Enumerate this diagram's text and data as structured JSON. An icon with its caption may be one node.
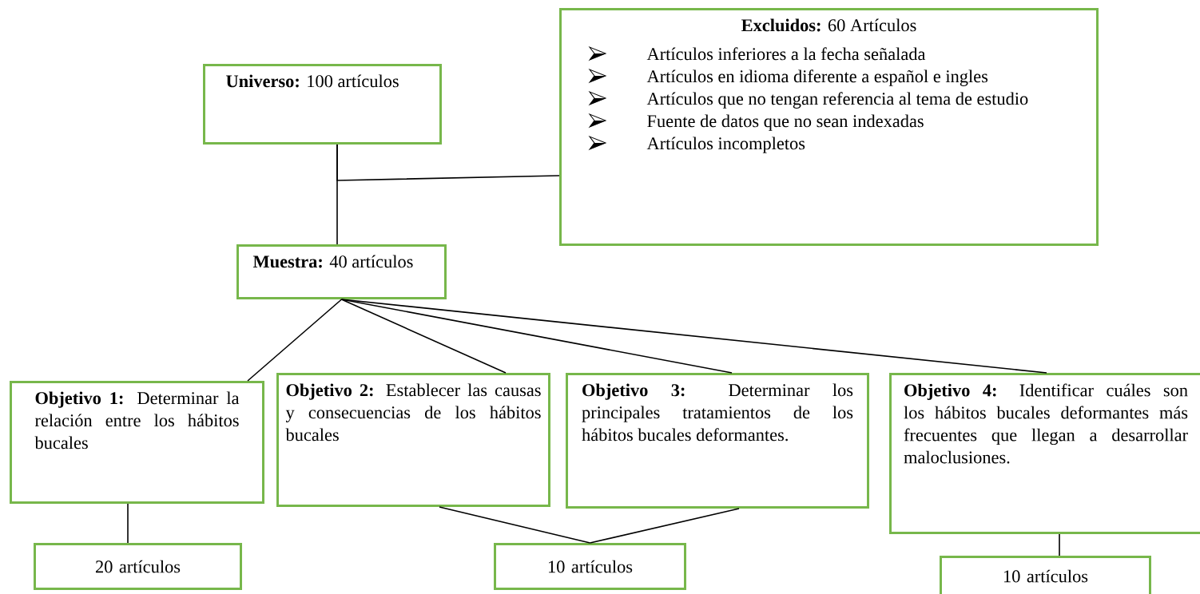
{
  "diagram": {
    "nodes": [
      {
        "text": [
          "**Universo:** 100 artículos"
        ]
      },
      {
        "text": [
          "**Excluidos:** 60 Artículos",
          "Artículos inferiores a la fecha señalada",
          "Artículos en idioma diferente a español e ingles",
          "Artículos que no tengan referencia al tema de estudio",
          "Fuente de datos que no sean indexadas",
          "Artículos incompletos"
        ]
      },
      {
        "text": [
          "**Muestra:** 40 artículos"
        ]
      },
      {
        "text": [
          "**Objetivo 1:** Determinar la relación entre los hábitos bucales"
        ]
      },
      {
        "text": [
          "**Objetivo 2:** Establecer las causas y consecuencias de los hábitos bucales"
        ]
      },
      {
        "text": [
          "**Objetivo 3:** Determinar los principales tratamientos de los hábitos bucales deformantes."
        ]
      },
      {
        "text": [
          "**Objetivo 4:** Identificar cuáles son los hábitos bucales deformantes más frecuentes que llegan a desarrollar maloclusiones."
        ]
      },
      {
        "text": [
          "20 artículos"
        ]
      },
      {
        "text": [
          "10 artículos"
        ]
      },
      {
        "text": [
          "10 artículos"
        ]
      }
    ],
    "edges": [
      {
        "from": 0,
        "to": 2,
        "arrow": "none"
      },
      {
        "from": 0,
        "to": 1,
        "arrow": "none"
      },
      {
        "from": 2,
        "to": 3,
        "arrow": "none"
      },
      {
        "from": 2,
        "to": 4,
        "arrow": "none"
      },
      {
        "from": 2,
        "to": 5,
        "arrow": "none"
      },
      {
        "from": 2,
        "to": 6,
        "arrow": "none"
      },
      {
        "from": 3,
        "to": 7,
        "arrow": "none"
      },
      {
        "from": 4,
        "to": 8,
        "arrow": "none"
      },
      {
        "from": 5,
        "to": 8,
        "arrow": "none"
      },
      {
        "from": 6,
        "to": 9,
        "arrow": "none"
      }
    ]
  }
}
